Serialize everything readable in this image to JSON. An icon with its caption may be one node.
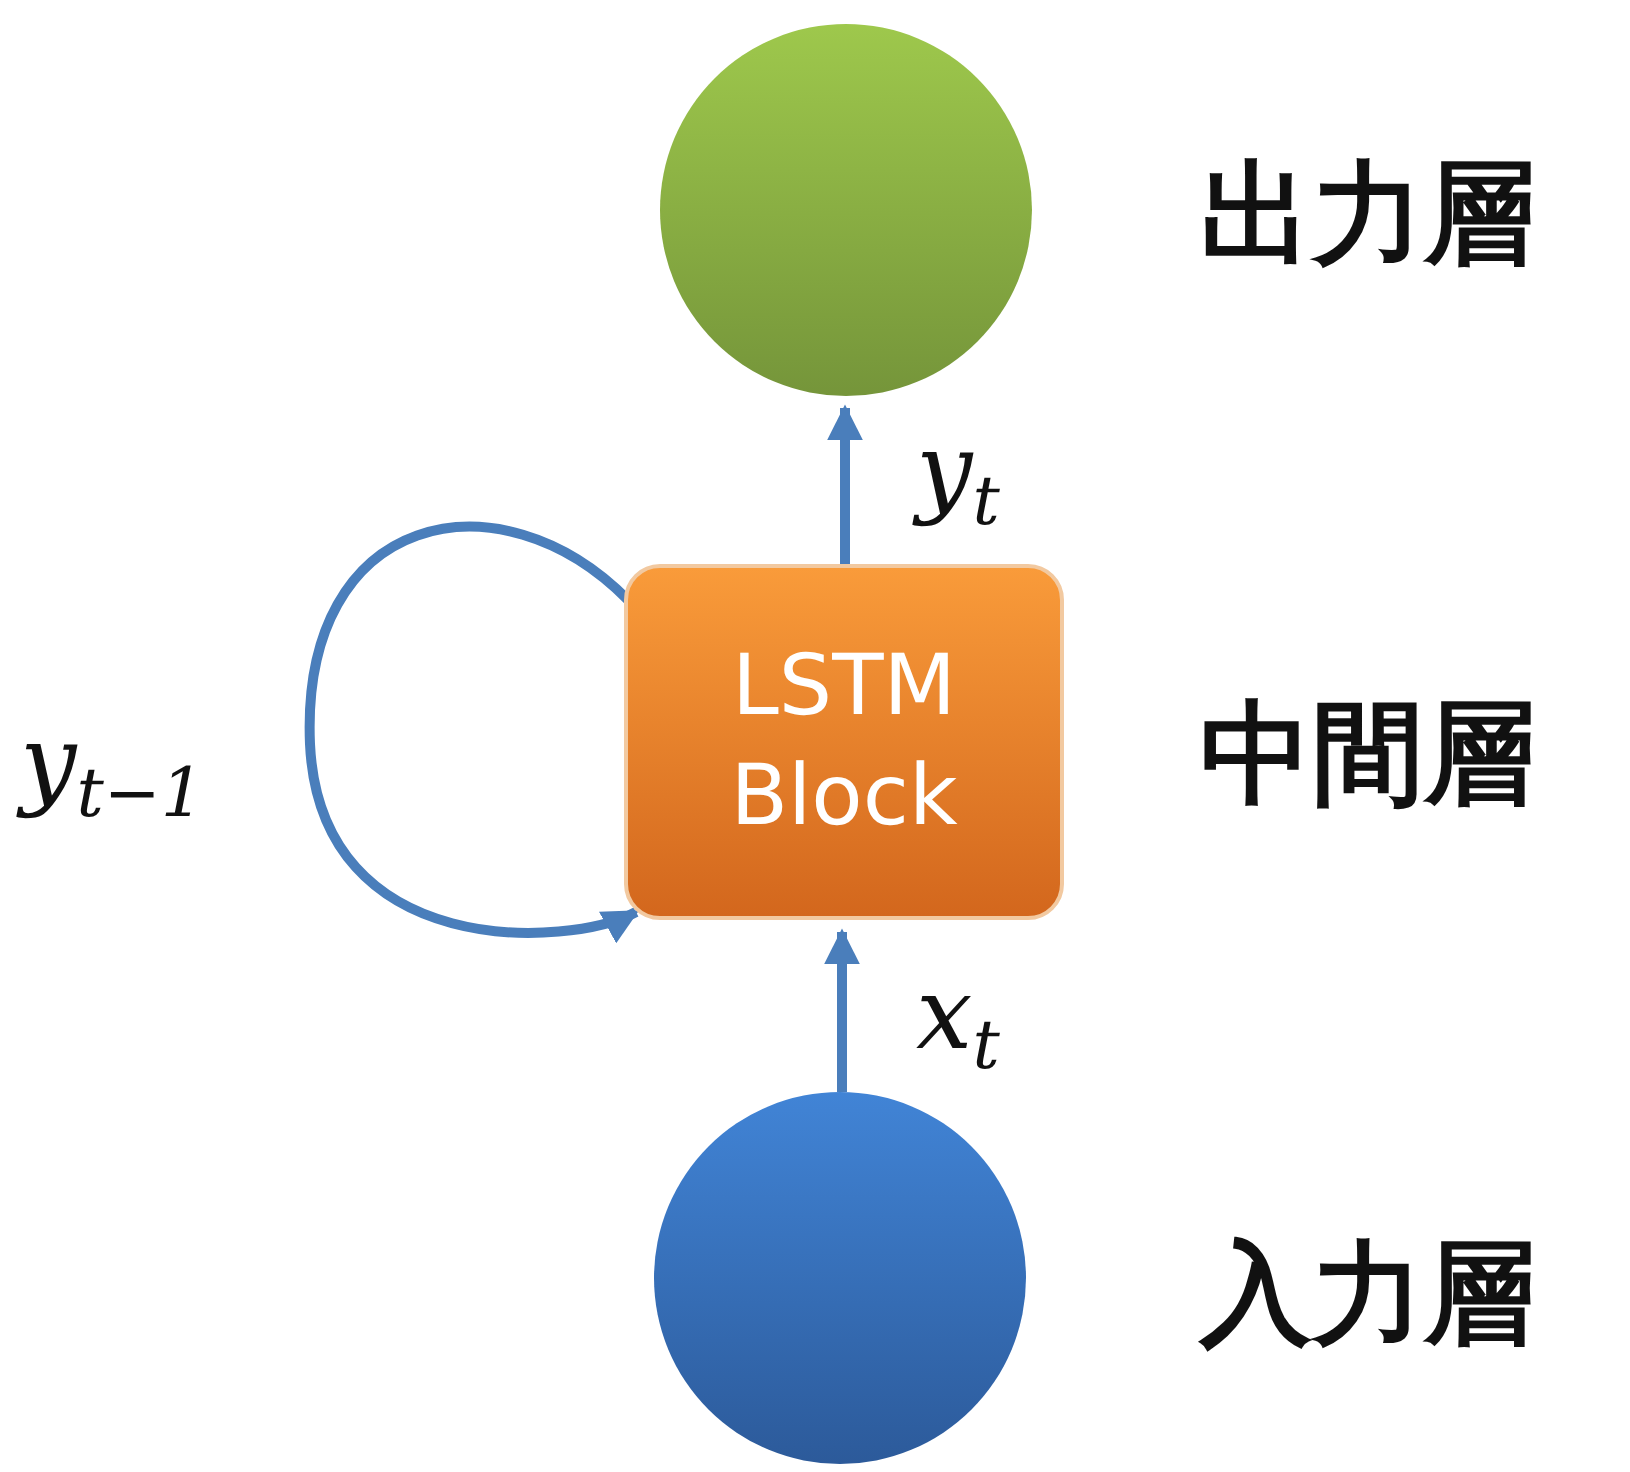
{
  "diagram": {
    "nodes": [
      {
        "text": [],
        "shape": "circle",
        "beside": [
          "出力層"
        ]
      },
      {
        "text": [
          "LSTM Block"
        ],
        "beside": [
          "中間層"
        ]
      },
      {
        "text": [],
        "shape": "circle",
        "beside": [
          "入力層"
        ]
      }
    ],
    "edges": [
      {
        "from": 2,
        "to": 1,
        "arrow": "to",
        "label": "x$_{t}$"
      },
      {
        "from": 1,
        "to": 0,
        "arrow": "to",
        "label": "y$_{t}$"
      },
      {
        "from": 1,
        "to": 1,
        "arrow": "to",
        "label": "y$_{t−1}$"
      }
    ]
  }
}
